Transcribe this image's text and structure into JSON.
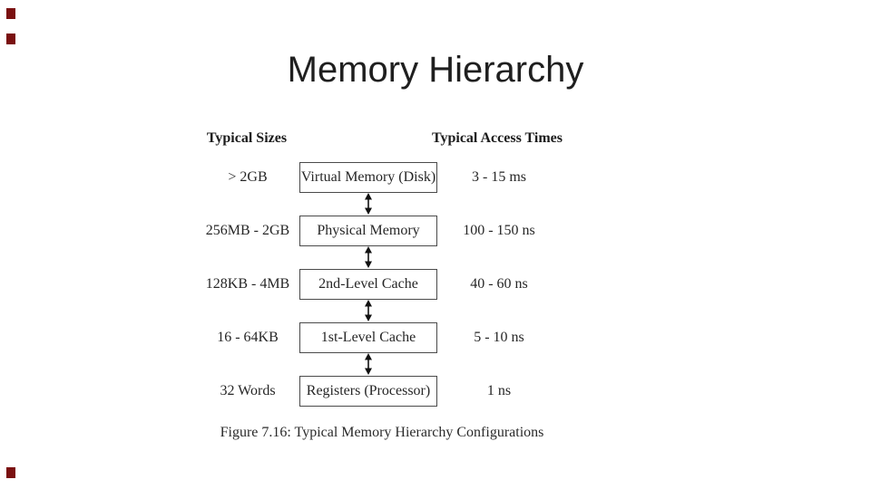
{
  "slide": {
    "title": "Memory Hierarchy",
    "accent_square_count": 3
  },
  "colors": {
    "background": "#ffffff",
    "accent_maroon": "#7a1010",
    "title_text": "#1f1f1f",
    "figure_text": "#262626",
    "box_border": "#4a4a4a"
  },
  "figure": {
    "left_header": "Typical Sizes",
    "right_header": "Typical Access Times",
    "connector_icon": "up-down-arrow",
    "rows": [
      {
        "size": "> 2GB",
        "level": "Virtual Memory (Disk)",
        "time": "3 - 15 ms"
      },
      {
        "size": "256MB - 2GB",
        "level": "Physical Memory",
        "time": "100 - 150 ns"
      },
      {
        "size": "128KB - 4MB",
        "level": "2nd-Level Cache",
        "time": "40 - 60 ns"
      },
      {
        "size": "16 - 64KB",
        "level": "1st-Level Cache",
        "time": "5 - 10 ns"
      },
      {
        "size": "32 Words",
        "level": "Registers (Processor)",
        "time": "1 ns"
      }
    ],
    "caption": "Figure 7.16: Typical Memory Hierarchy Configurations"
  }
}
